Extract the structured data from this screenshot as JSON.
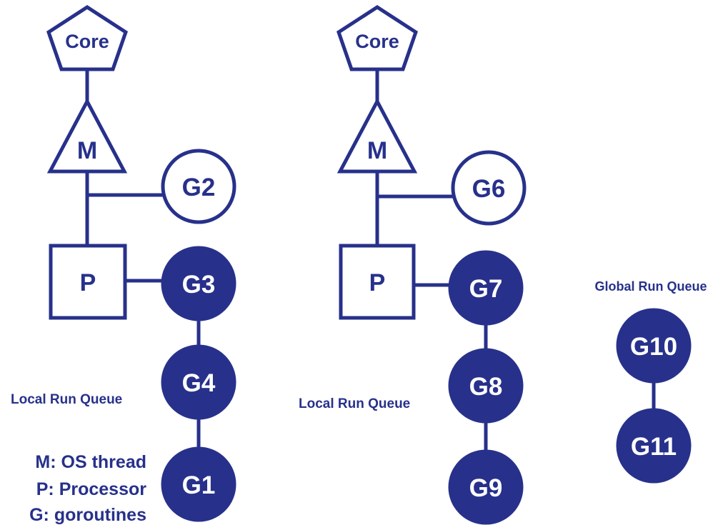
{
  "colors": {
    "primary": "#27318b",
    "background": "#ffffff"
  },
  "left": {
    "core": "Core",
    "m": "M",
    "g_running": "G2",
    "p": "P",
    "queue": [
      "G3",
      "G4",
      "G1"
    ],
    "queue_label": "Local Run Queue"
  },
  "right": {
    "core": "Core",
    "m": "M",
    "g_running": "G6",
    "p": "P",
    "queue": [
      "G7",
      "G8",
      "G9"
    ],
    "queue_label": "Local Run Queue"
  },
  "global": {
    "label": "Global Run Queue",
    "queue": [
      "G10",
      "G11"
    ]
  },
  "legend": [
    "M: OS thread",
    "P: Processor",
    "G: goroutines"
  ]
}
